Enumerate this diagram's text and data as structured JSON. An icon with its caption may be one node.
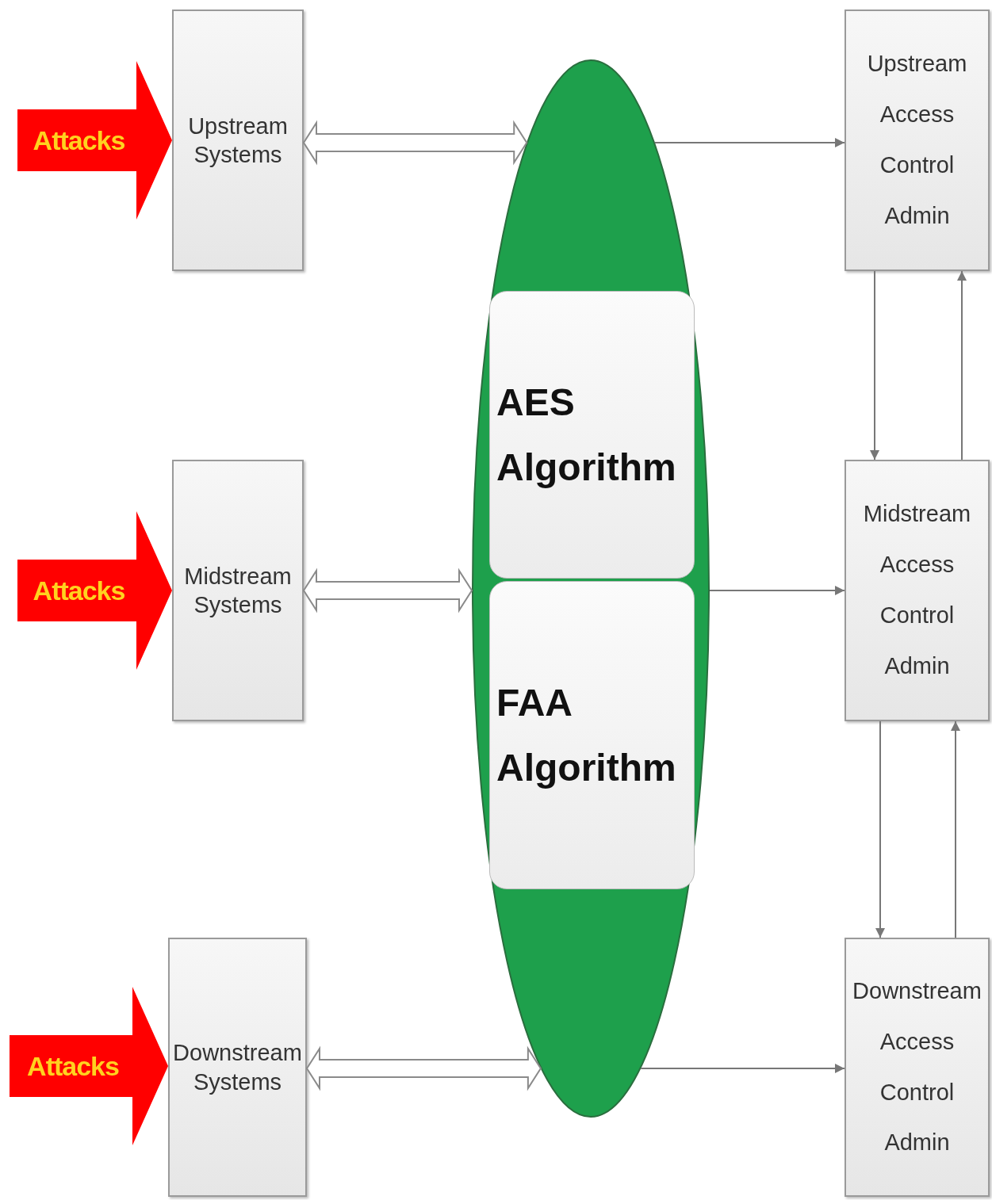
{
  "diagram": {
    "nodes": [
      {
        "text": [
          "Upstream Systems"
        ]
      },
      {
        "text": [
          "Midstream Systems"
        ]
      },
      {
        "text": [
          "Downstream Systems"
        ]
      },
      {
        "text": [],
        "shape": "ellipse"
      },
      {
        "text": [
          "AES Algorithm"
        ],
        "in": 3
      },
      {
        "text": [
          "FAA Algorithm"
        ],
        "in": 3
      },
      {
        "text": [
          "Upstream Access Control Admin"
        ]
      },
      {
        "text": [
          "Midstream Access Control Admin"
        ]
      },
      {
        "text": [
          "Downstream Access Control Admin"
        ]
      }
    ],
    "edges": [
      {
        "from": null,
        "to": 0,
        "arrow": "to",
        "label": "Attacks",
        "style": "thick",
        "color": "#ff0000"
      },
      {
        "from": null,
        "to": 1,
        "arrow": "to",
        "label": "Attacks",
        "style": "thick",
        "color": "#ff0000"
      },
      {
        "from": null,
        "to": 2,
        "arrow": "to",
        "label": "Attacks",
        "style": "thick",
        "color": "#ff0000"
      },
      {
        "from": 0,
        "to": 3,
        "arrow": "both",
        "style": "thick"
      },
      {
        "from": 1,
        "to": 3,
        "arrow": "both",
        "style": "thick"
      },
      {
        "from": 2,
        "to": 3,
        "arrow": "both",
        "style": "thick"
      },
      {
        "from": 3,
        "to": 6,
        "arrow": "to"
      },
      {
        "from": 3,
        "to": 7,
        "arrow": "to"
      },
      {
        "from": 3,
        "to": 8,
        "arrow": "to"
      },
      {
        "from": 6,
        "to": 7,
        "arrow": "to"
      },
      {
        "from": 7,
        "to": 6,
        "arrow": "to"
      },
      {
        "from": 7,
        "to": 8,
        "arrow": "to"
      },
      {
        "from": 8,
        "to": 7,
        "arrow": "to"
      }
    ]
  }
}
